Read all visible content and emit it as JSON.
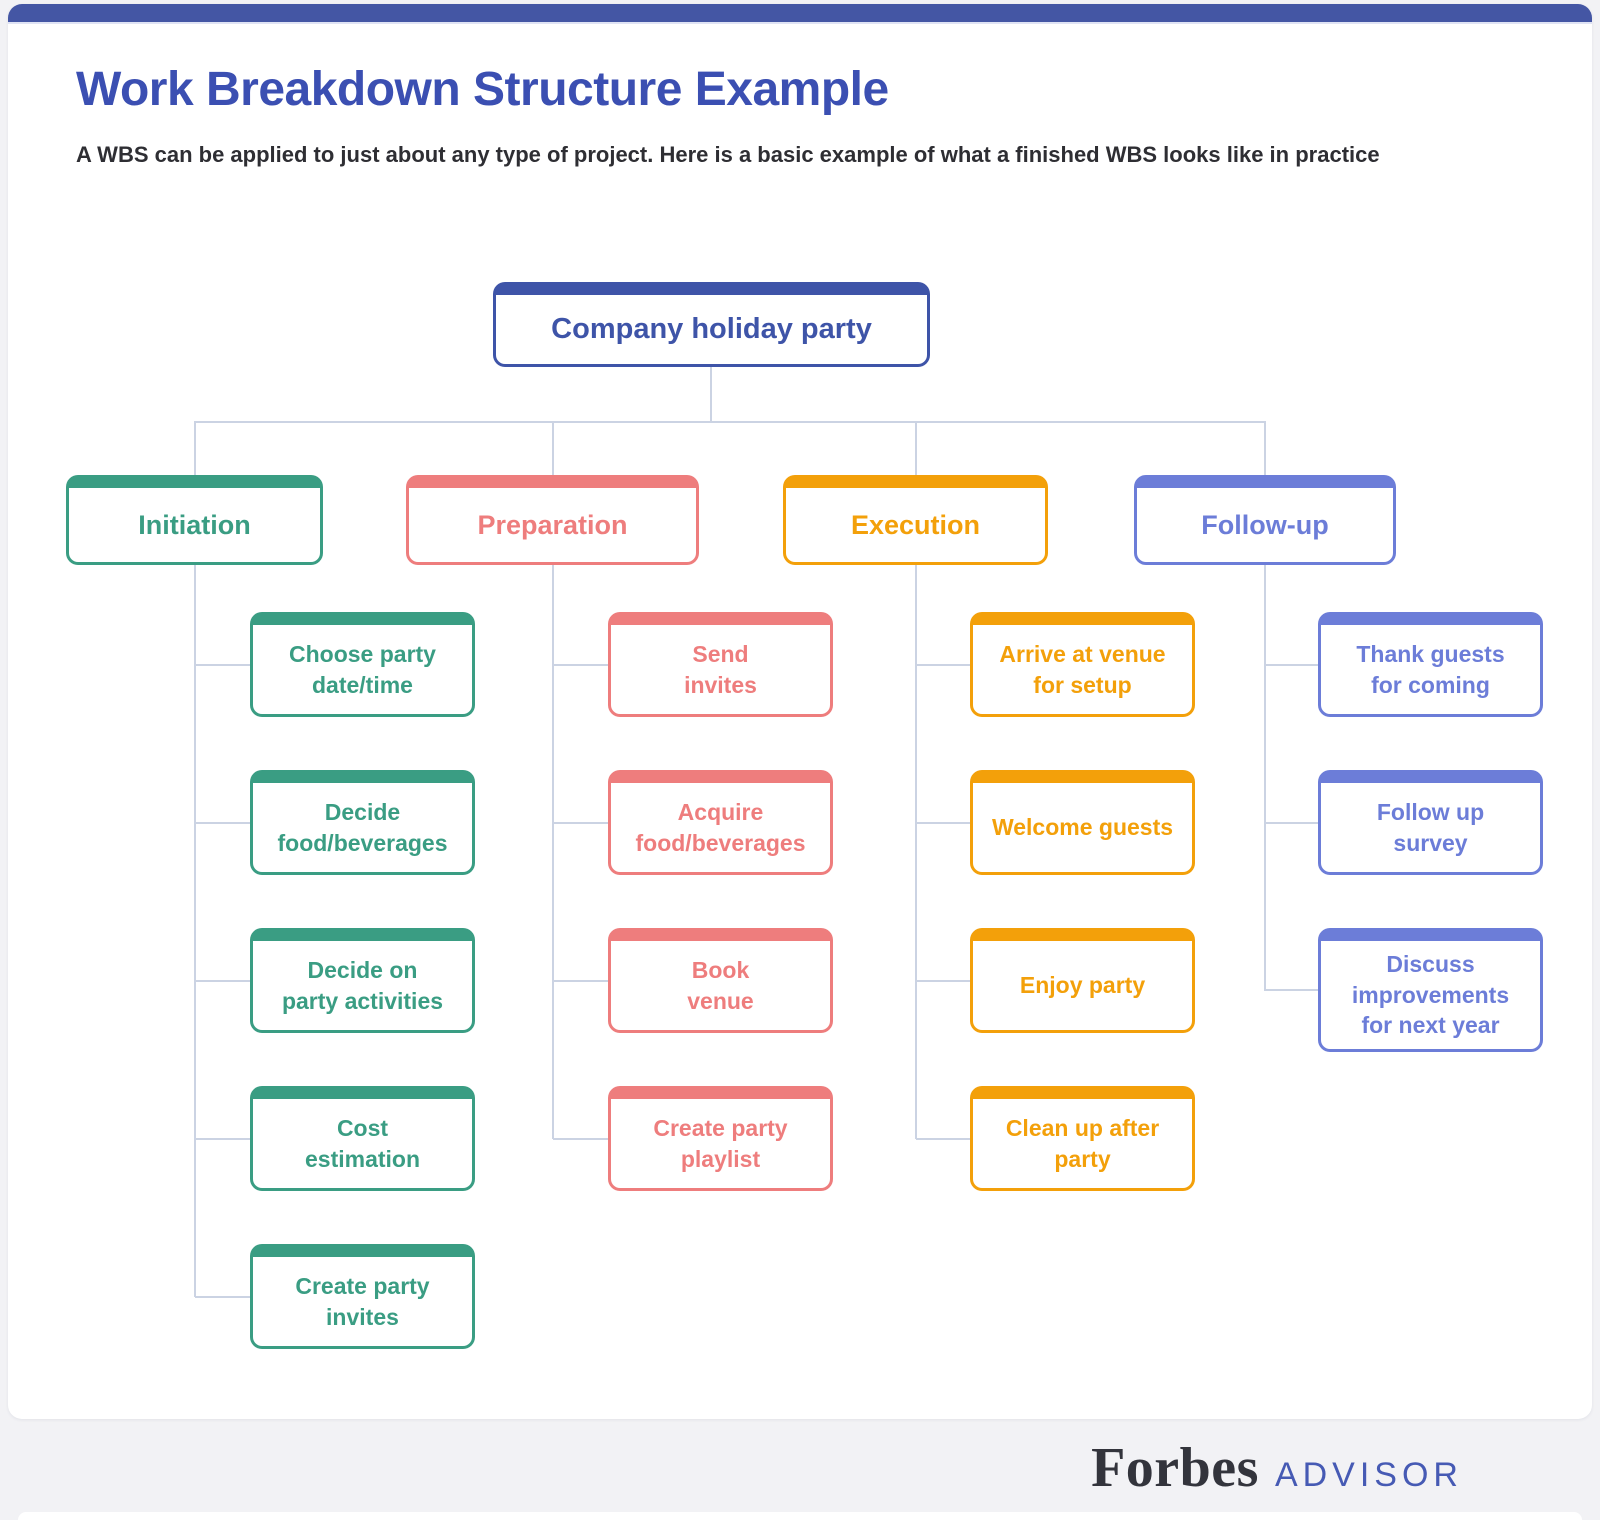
{
  "header": {
    "title": "Work Breakdown Structure Example",
    "subtitle": "A WBS can be applied to just about any type of project. Here is a basic example of what a finished WBS looks like in practice",
    "title_color": "#3B4FB2",
    "accent_bar_color": "#4456A4"
  },
  "diagram": {
    "connector_color": "#CBD3E3",
    "root": {
      "label": "Company holiday party",
      "color": "#3E54A8"
    },
    "branches": [
      {
        "label": "Initiation",
        "color": "#3A9D83",
        "children": [
          {
            "label": "Choose party\ndate/time"
          },
          {
            "label": "Decide\nfood/beverages"
          },
          {
            "label": "Decide on\nparty activities"
          },
          {
            "label": "Cost\nestimation"
          },
          {
            "label": "Create party\ninvites"
          }
        ]
      },
      {
        "label": "Preparation",
        "color": "#EE7D7D",
        "children": [
          {
            "label": "Send\ninvites"
          },
          {
            "label": "Acquire\nfood/beverages"
          },
          {
            "label": "Book\nvenue"
          },
          {
            "label": "Create party\nplaylist"
          }
        ]
      },
      {
        "label": "Execution",
        "color": "#F3A00A",
        "children": [
          {
            "label": "Arrive at venue\nfor setup"
          },
          {
            "label": "Welcome guests"
          },
          {
            "label": "Enjoy party"
          },
          {
            "label": "Clean up after\nparty"
          }
        ]
      },
      {
        "label": "Follow-up",
        "color": "#6C7DD8",
        "children": [
          {
            "label": "Thank guests\nfor coming"
          },
          {
            "label": "Follow up\nsurvey"
          },
          {
            "label": "Discuss\nimprovements\nfor next year"
          }
        ]
      }
    ]
  },
  "footer": {
    "brand": "Forbes",
    "brand_suffix": "ADVISOR",
    "brand_color": "#33343C",
    "suffix_color": "#465AB4"
  }
}
